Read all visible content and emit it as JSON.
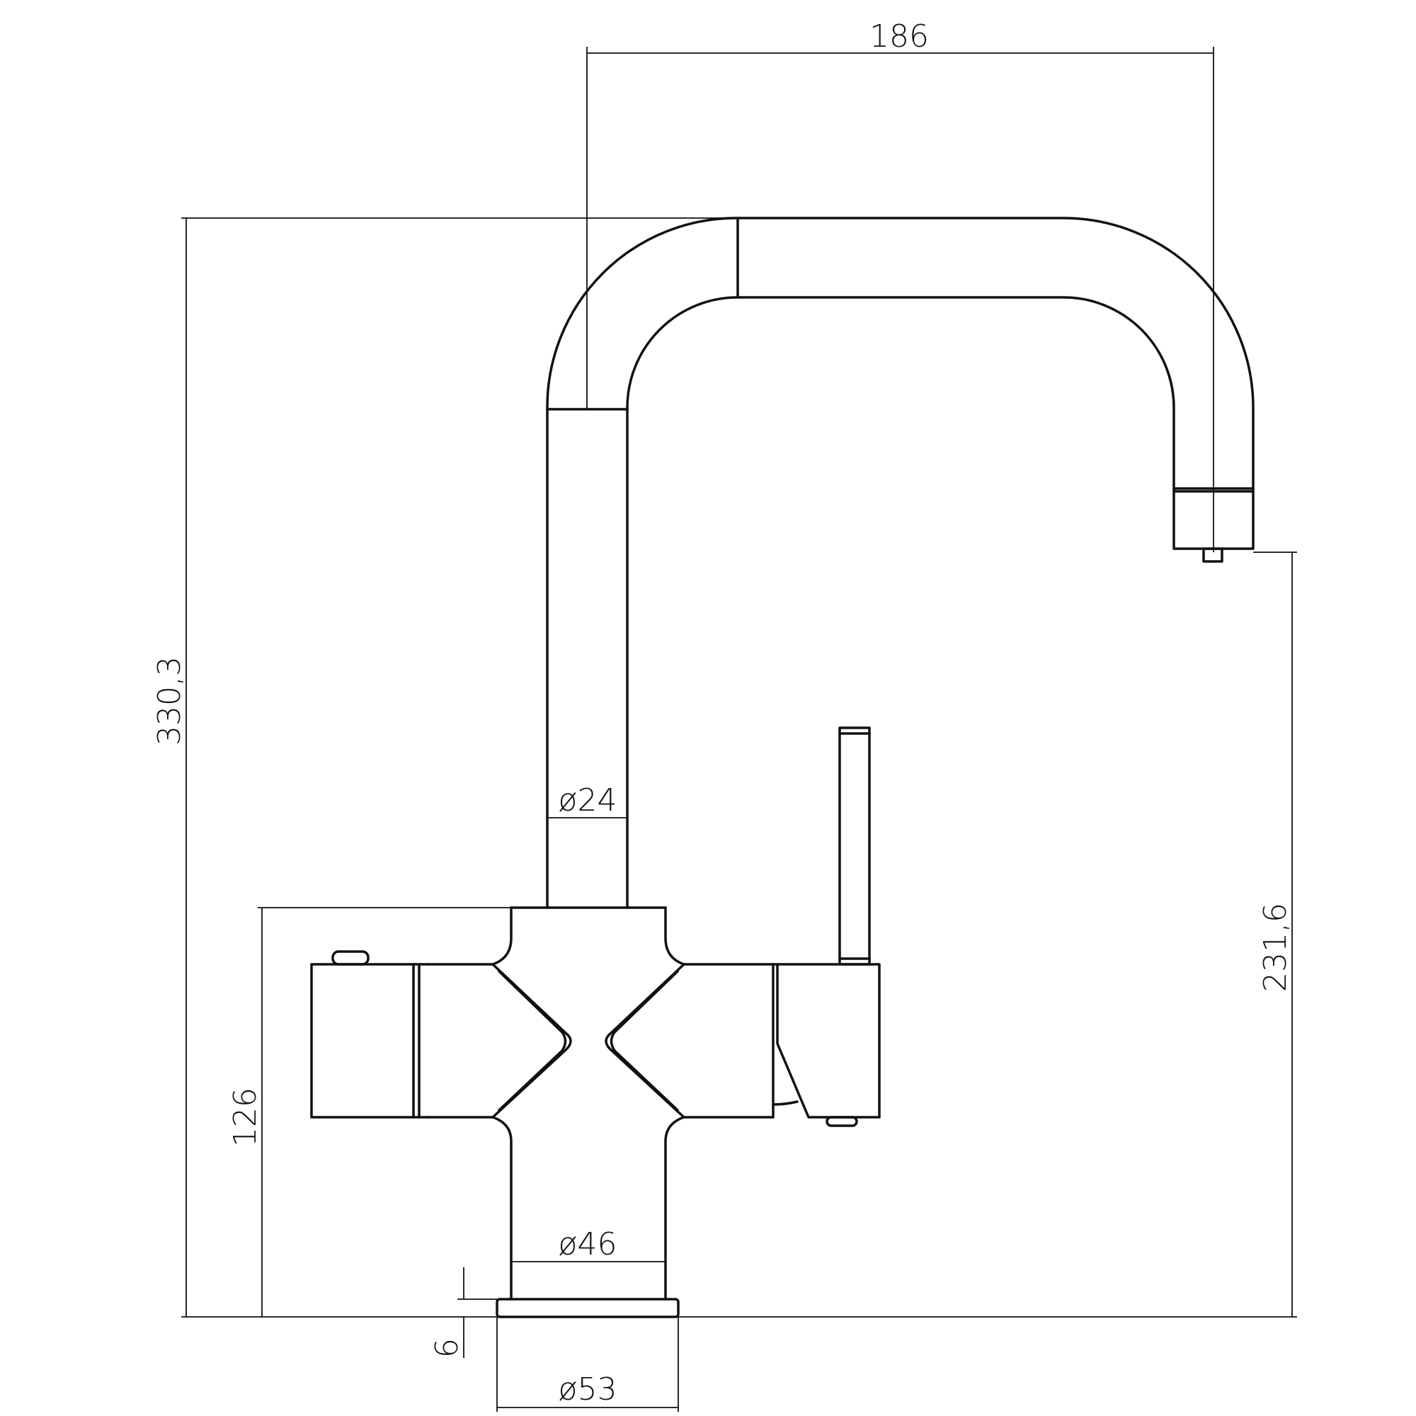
{
  "drawing": {
    "subject": "kitchen faucet technical drawing",
    "line_color": "#111111",
    "background": "#ffffff"
  },
  "dimensions": {
    "spout_reach": "186",
    "total_height": "330,3",
    "spout_outlet_height": "231,6",
    "body_height": "126",
    "base_plate_thickness": "6",
    "spout_diameter": "ø24",
    "body_diameter": "ø46",
    "base_diameter": "ø53"
  }
}
